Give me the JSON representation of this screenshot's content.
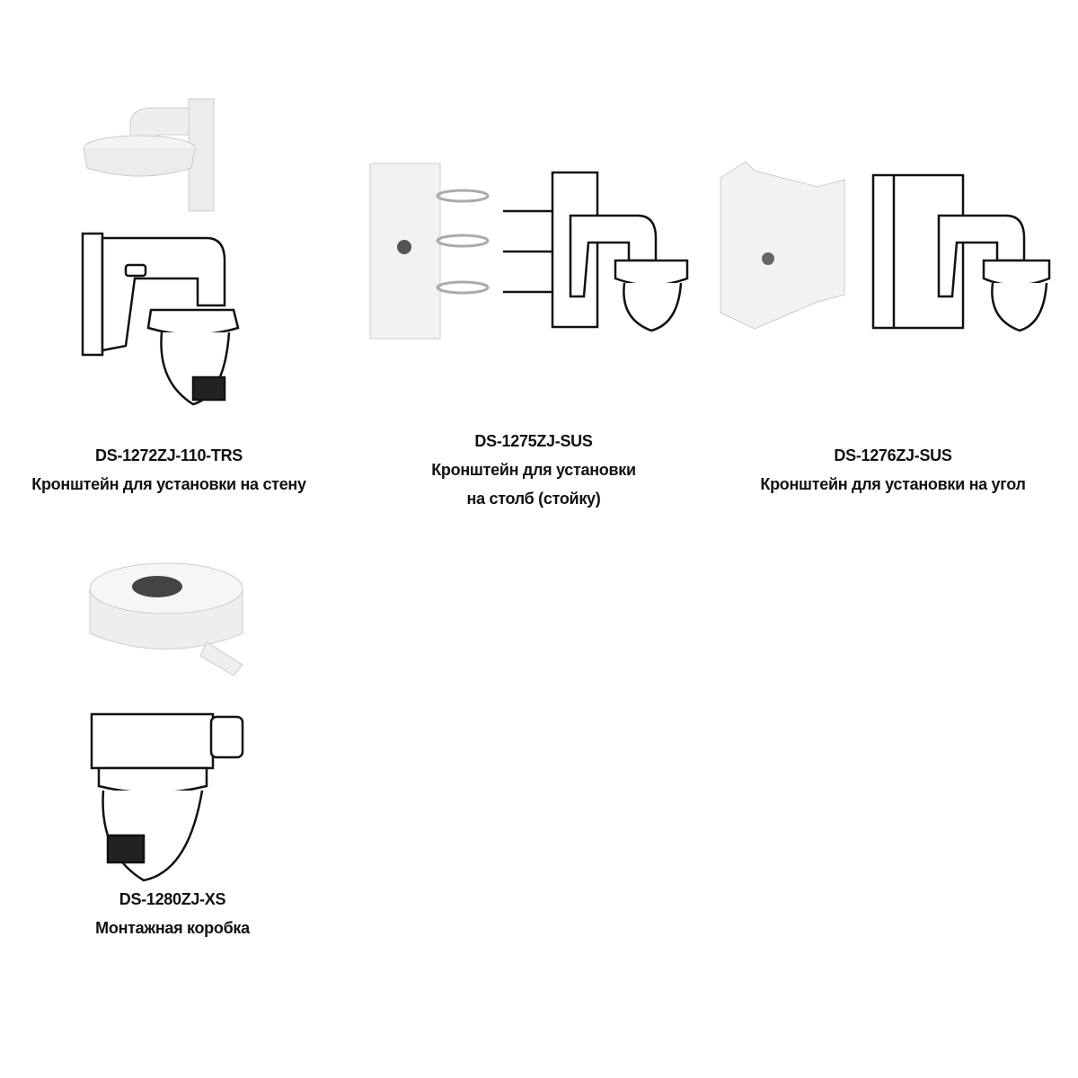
{
  "products": [
    {
      "model": "DS-1272ZJ-110-TRS",
      "description": [
        "Кронштейн для установки на стену"
      ]
    },
    {
      "model": "DS-1275ZJ-SUS",
      "description": [
        "Кронштейн для установки",
        "на столб (стойку)"
      ]
    },
    {
      "model": "DS-1276ZJ-SUS",
      "description": [
        "Кронштейн для установки на угол"
      ]
    },
    {
      "model": "DS-1280ZJ-XS",
      "description": [
        "Монтажная коробка"
      ]
    }
  ]
}
